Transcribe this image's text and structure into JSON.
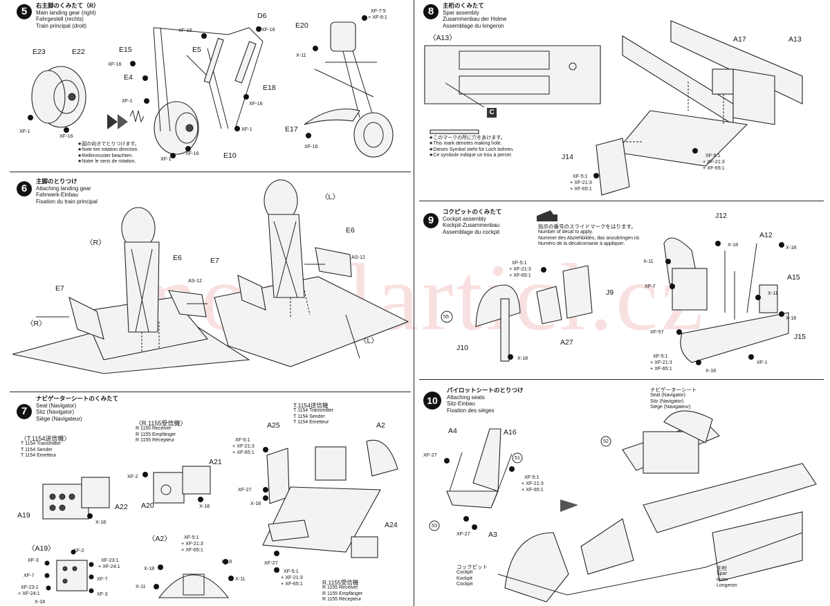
{
  "watermark": "modelarticl.cz",
  "step5": {
    "num": "5",
    "title_jp": "右主脚のくみたて（R）",
    "title_en": "Main landing gear (right)",
    "title_de": "Fahrgestell (rechts)",
    "title_fr": "Train principal (droit)",
    "parts": {
      "e23": "E23",
      "e22": "E22",
      "e15": "E15",
      "e5": "E5",
      "e4": "E4",
      "d6": "D6",
      "e18": "E18",
      "e10": "E10",
      "e20": "E20",
      "e17": "E17"
    },
    "paints": {
      "xf1": "XF-1",
      "xf16": "XF-16",
      "x11": "X-11",
      "xf7_5": "XF-7:5",
      "xf9_1": "+ XF-9:1"
    },
    "note_jp": "★図の向きでとりつけます。",
    "note_en": "★Note tire rotation direction.",
    "note_de": "★Reifenmuster beachten.",
    "note_fr": "★Noter le sens de rotation."
  },
  "step6": {
    "num": "6",
    "title_jp": "主脚のとりつけ",
    "title_en": "Attaching landing gear",
    "title_de": "Fahrwerk-Einbau",
    "title_fr": "Fixation du train principal",
    "r": "〈R〉",
    "l": "〈L〉",
    "e6": "E6",
    "e7": "E7",
    "as12": "AS-12"
  },
  "step7": {
    "num": "7",
    "title_jp": "ナビゲーターシートのくみたて",
    "title_en": "Seat (Navigator)",
    "title_de": "Sitz (Navigator)",
    "title_fr": "Siège (Navigateur)",
    "t1154_jp": "〈T.1154送信機〉",
    "t1154_en": "T 1154 Transmitter",
    "t1154_de": "T 1154 Sender",
    "t1154_fr": "T 1154 Emetteur",
    "r1155_jp": "〈R.1155受信機〉",
    "r1155_en": "R 1155 Receiver",
    "r1155_de": "R 1155 Empfänger",
    "r1155_fr": "R 1155 Récepteur",
    "t1154b_jp": "T.1154送信機",
    "r1155b_jp": "R.1155受信機",
    "a19_box": "〈A19〉",
    "a2_box": "〈A2〉",
    "parts": {
      "a19": "A19",
      "a22": "A22",
      "a20": "A20",
      "a21": "A21",
      "a25": "A25",
      "a2": "A2",
      "a24": "A24"
    },
    "paints": {
      "x18": "X-18",
      "xf2": "XF-2",
      "xf3": "XF-3",
      "xf7": "XF-7",
      "xf23": "XF-23:1",
      "xf24": "+ XF-24:1",
      "x11": "X-11",
      "xf27": "XF-27",
      "xf5": "XF-5:1",
      "xf21": "+ XF-21:3",
      "xf65": "+ XF-65:1"
    }
  },
  "step8": {
    "num": "8",
    "title_jp": "主桁のくみたて",
    "title_en": "Spar assembly",
    "title_de": "Zusammenbau der Holme",
    "title_fr": "Assemblage du longeron",
    "a13_box": "〈A13〉",
    "c_mark": "C",
    "note_jp": "★このマークの所に穴をあけます。",
    "note_en": "★This mark denotes making hole.",
    "note_de": "★Dieses Symbol steht für Loch bohren.",
    "note_fr": "★Ce symbole indique un trou à percer.",
    "parts": {
      "a17": "A17",
      "a13": "A13",
      "j14": "J14"
    },
    "paints": {
      "xf5": "XF-5:1",
      "xf21": "+ XF-21:3",
      "xf65": "+ XF-65:1"
    }
  },
  "step9": {
    "num": "9",
    "title_jp": "コクピットのくみたて",
    "title_en": "Cockpit assembly",
    "title_de": "Kockpit-Zusammenbau",
    "title_fr": "Assemblage du cockpit",
    "decal_jp": "指示の番号のスライドマークをはります。",
    "decal_en": "Number of decal to apply.",
    "decal_de": "Nummer des Abziehbildes, das anzubringen ist.",
    "decal_fr": "Numéro de la décalcomanie à appliquer.",
    "decal_num": "55",
    "parts": {
      "j12": "J12",
      "a12": "A12",
      "a15": "A15",
      "j15": "J15",
      "j9": "J9",
      "j10": "J10",
      "a27": "A27"
    },
    "paints": {
      "x18": "X-18",
      "x11": "X-11",
      "xf7": "XF-7",
      "xf57": "XF-57",
      "xf1": "XF-1",
      "xf5": "XF-5:1",
      "xf21": "+ XF-21:3",
      "xf65": "+ XF-65:1"
    }
  },
  "step10": {
    "num": "10",
    "title_jp": "パイロットシートのとりつけ",
    "title_en": "Attaching seats",
    "title_de": "Sitz-Einbau",
    "title_fr": "Fixation des sièges",
    "nav_jp": "ナビゲーターシート",
    "nav_en": "Seat (Navigator)",
    "nav_de": "Sitz (Navigator)",
    "nav_fr": "Siège (Navigateur)",
    "cockpit_jp": "コックピット",
    "cockpit_en": "Cockpit",
    "cockpit_de": "Kockpit",
    "cockpit_fr": "Cockpit",
    "spar_jp": "主桁",
    "spar_en": "Spar",
    "spar_de": "Holm",
    "spar_fr": "Longeron",
    "parts": {
      "a4": "A4",
      "a16": "A16",
      "a3": "A3"
    },
    "decals": {
      "d51": "51",
      "d52": "52",
      "d53": "53"
    },
    "paints": {
      "xf27": "XF-27",
      "xf5": "XF-5:1",
      "xf21": "+ XF-21:3",
      "xf65": "+ XF-65:1"
    }
  }
}
